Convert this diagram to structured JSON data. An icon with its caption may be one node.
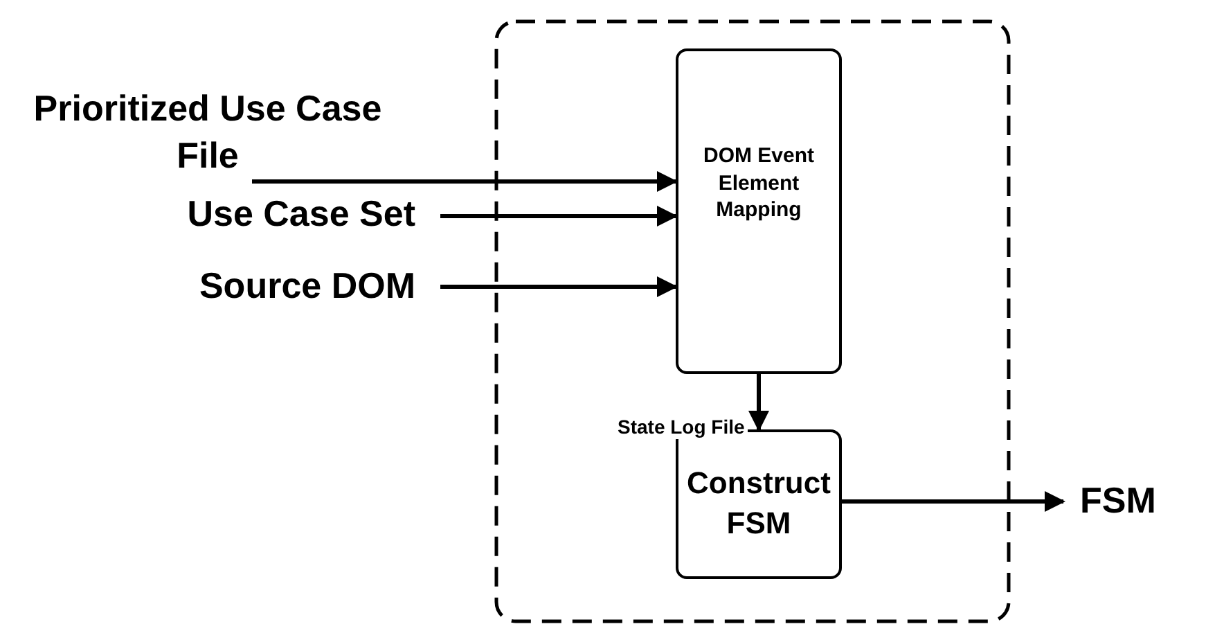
{
  "diagram": {
    "nodes": [
      {
        "text": [],
        "shape": "box"
      },
      {
        "text": [
          "Prioritized Use Case File"
        ]
      },
      {
        "text": [
          "Use Case Set"
        ]
      },
      {
        "text": [
          "Source DOM"
        ]
      },
      {
        "text": [
          "DOM Event Element Mapping"
        ],
        "in": 0
      },
      {
        "text": [
          "Construct FSM"
        ],
        "in": 0
      },
      {
        "text": [
          "FSM"
        ]
      }
    ],
    "edges": [
      {
        "from": 1,
        "to": 4,
        "arrow": "to"
      },
      {
        "from": 2,
        "to": 4,
        "arrow": "to"
      },
      {
        "from": 3,
        "to": 4,
        "arrow": "to"
      },
      {
        "from": 4,
        "to": 5,
        "arrow": "to",
        "label": "State Log File"
      },
      {
        "from": 5,
        "to": 6,
        "arrow": "to"
      }
    ]
  }
}
